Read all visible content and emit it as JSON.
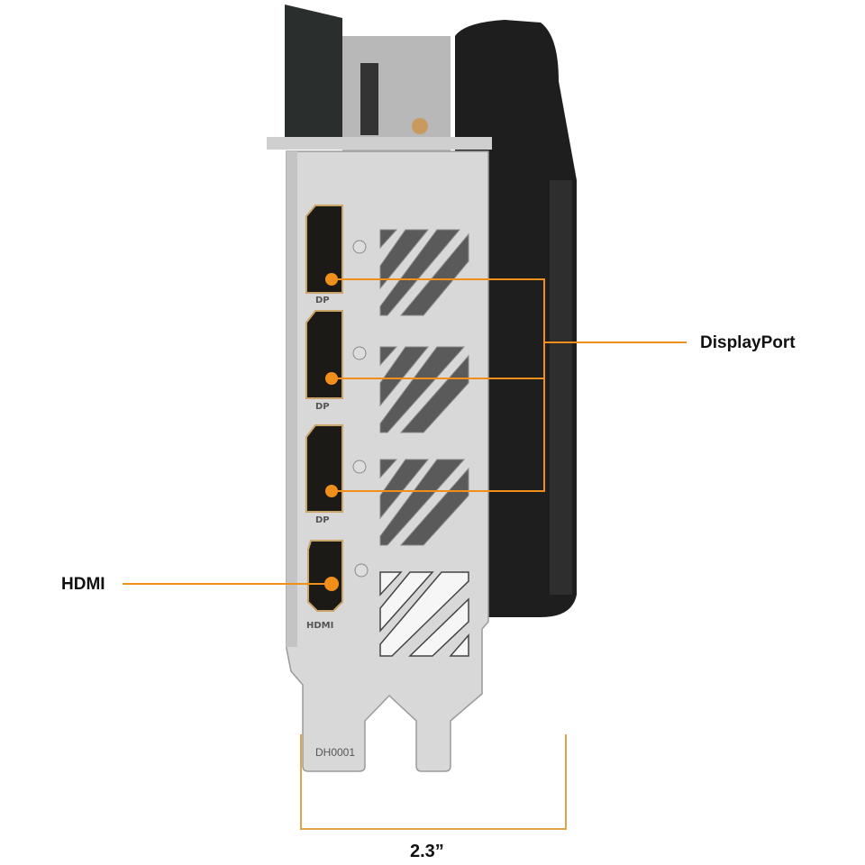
{
  "callouts": {
    "displayport": "DisplayPort",
    "hdmi": "HDMI"
  },
  "dimension": {
    "width_label": "2.3”"
  },
  "bracket": {
    "port_labels": [
      "DP",
      "DP",
      "DP",
      "HDMI"
    ],
    "part_number": "DH0001"
  },
  "colors": {
    "accent": "#f0901a",
    "bracket": "#d8d8d8",
    "shroud": "#1e1e1e"
  }
}
